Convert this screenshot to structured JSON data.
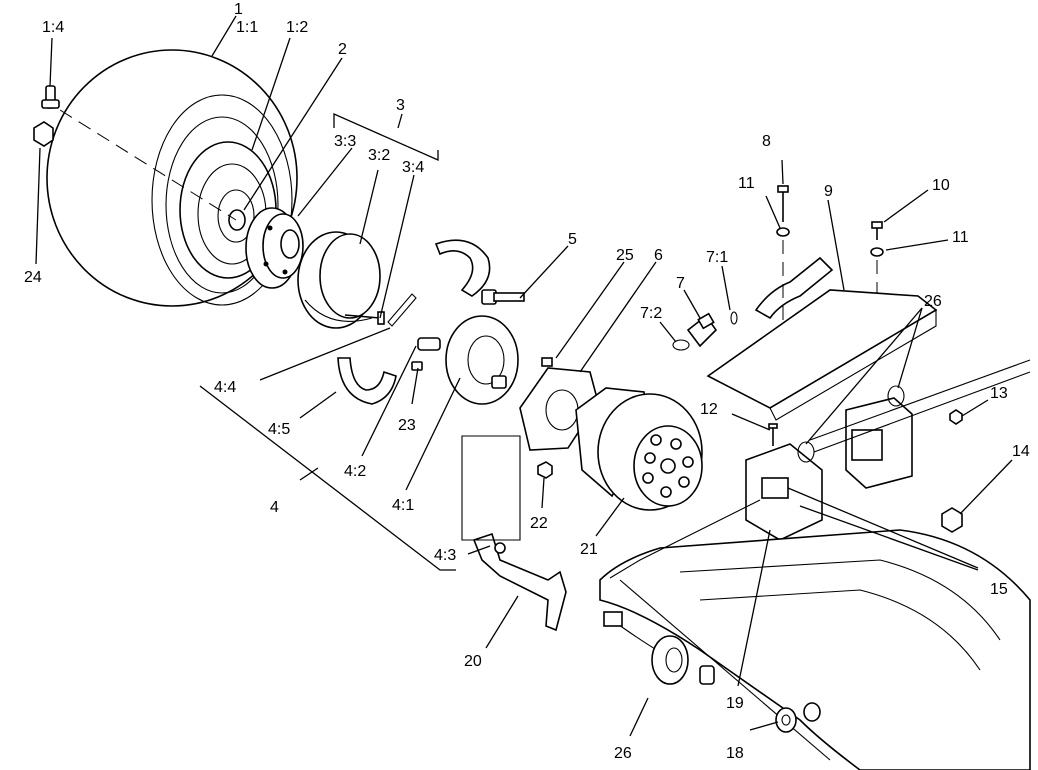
{
  "labels": [
    "1",
    "1:1",
    "1:2",
    "1:4",
    "2",
    "3",
    "3:3",
    "3:2",
    "3:4",
    "24",
    "4:4",
    "4:5",
    "4:2",
    "4:1",
    "23",
    "4",
    "4:3",
    "5",
    "25",
    "6",
    "7",
    "7:1",
    "7:2",
    "8",
    "9",
    "10",
    "11",
    "11",
    "12",
    "13",
    "14",
    "15",
    "19",
    "18",
    "20",
    "21",
    "22",
    "26",
    "26"
  ]
}
